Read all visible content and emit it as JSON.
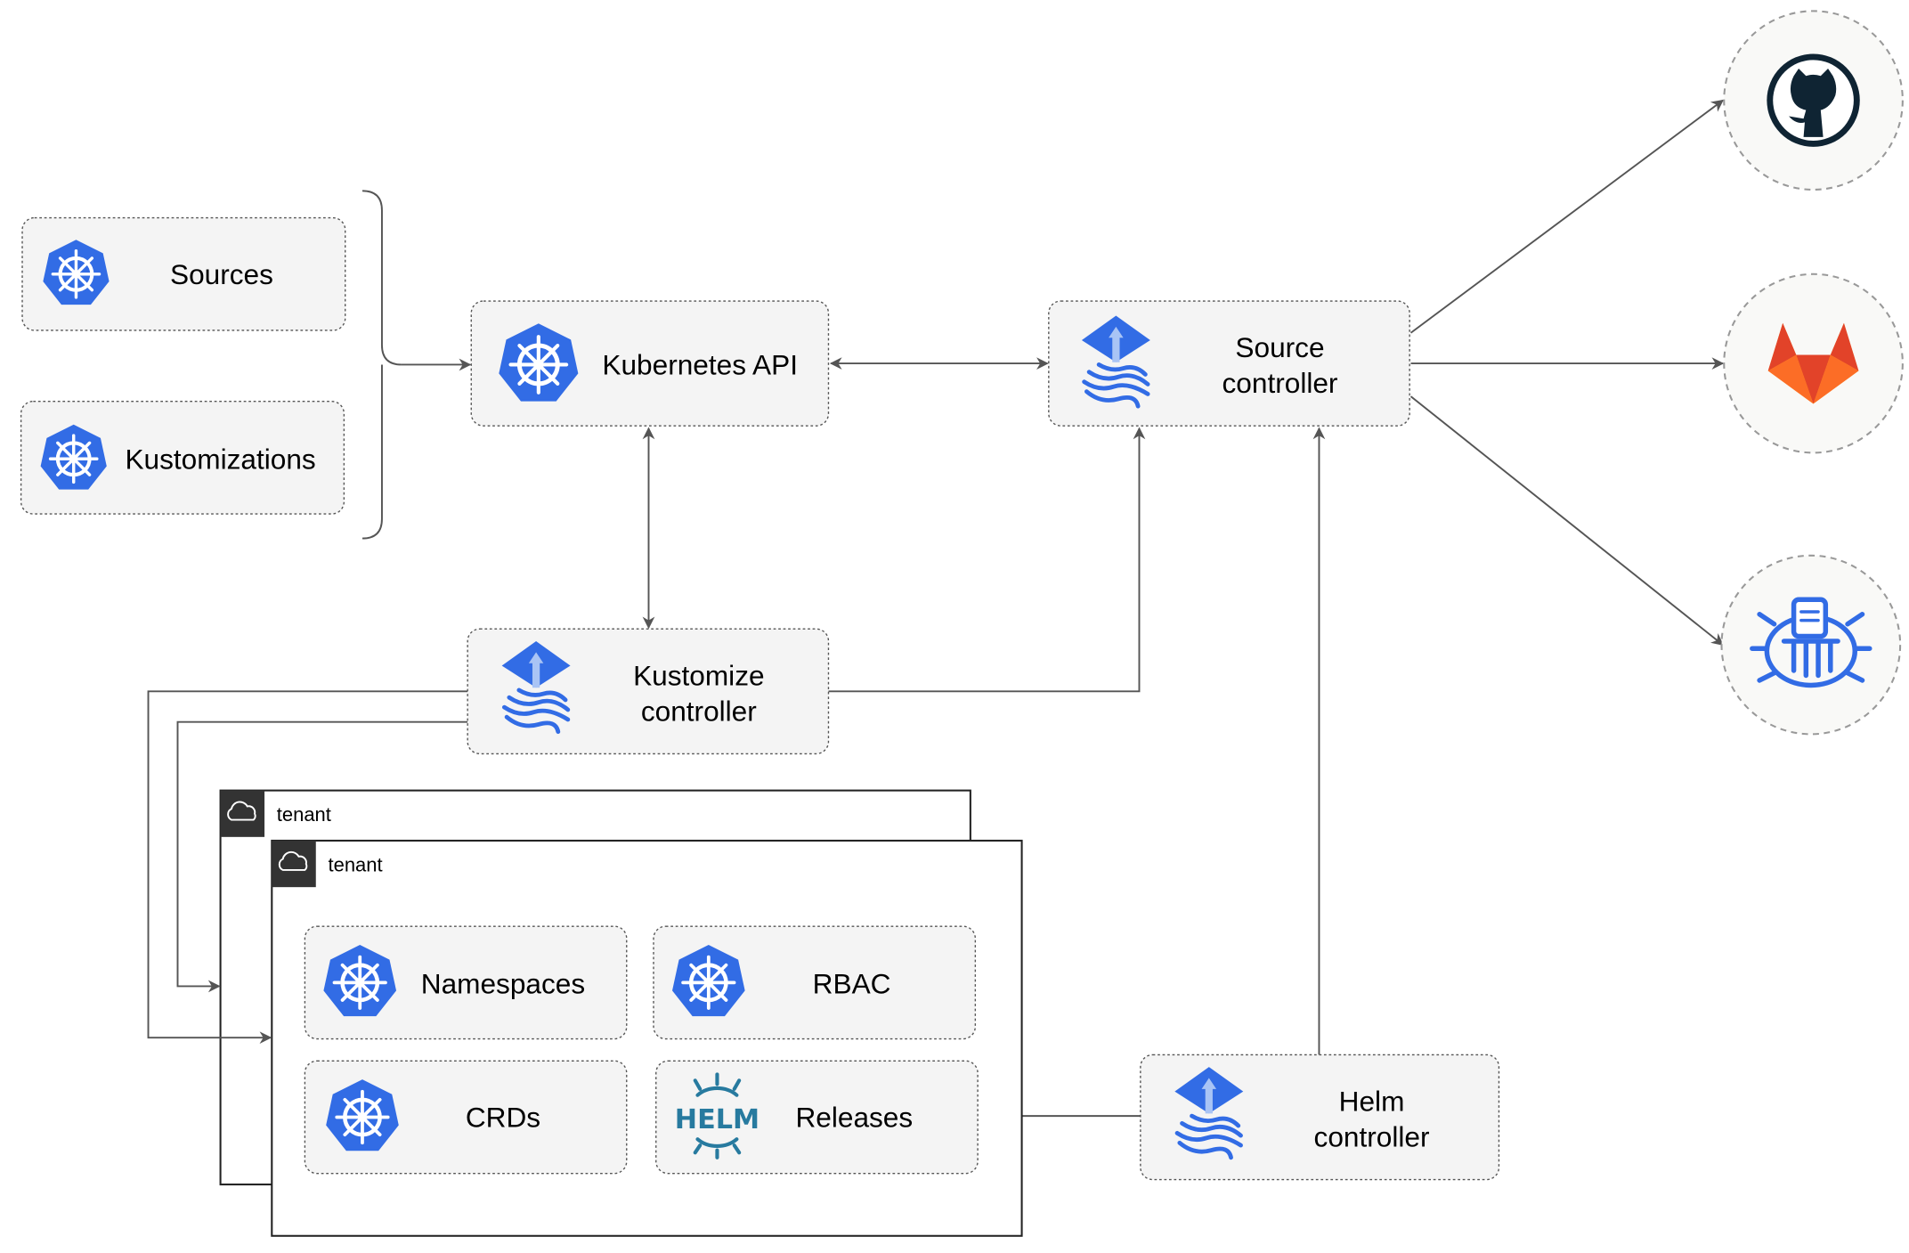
{
  "inputs": [
    {
      "label": "Sources",
      "icon": "kubernetes-icon"
    },
    {
      "label": "Kustomizations",
      "icon": "kubernetes-icon"
    }
  ],
  "kubernetes_api": {
    "label": "Kubernetes API",
    "icon": "kubernetes-icon"
  },
  "source_controller": {
    "line1": "Source",
    "line2": "controller",
    "icon": "flux-icon"
  },
  "kustomize_controller": {
    "line1": "Kustomize",
    "line2": "controller",
    "icon": "flux-icon"
  },
  "helm_controller": {
    "line1": "Helm",
    "line2": "controller",
    "icon": "flux-icon"
  },
  "external_sources": [
    {
      "icon": "github-icon"
    },
    {
      "icon": "gitlab-icon"
    },
    {
      "icon": "bucket-icon"
    }
  ],
  "tenants": [
    {
      "label": "tenant",
      "icon": "cloud-icon"
    },
    {
      "label": "tenant",
      "icon": "cloud-icon"
    }
  ],
  "tenant_resources": [
    {
      "label": "Namespaces",
      "icon": "kubernetes-icon"
    },
    {
      "label": "RBAC",
      "icon": "kubernetes-icon"
    },
    {
      "label": "CRDs",
      "icon": "kubernetes-icon"
    },
    {
      "label": "Releases",
      "icon": "helm-icon",
      "logo_text": "HELM"
    }
  ],
  "colors": {
    "kubernetes": "#326ce5",
    "flux": "#326ce5",
    "gitlab": "#e24329",
    "github": "#0f2433",
    "helm": "#277a9f"
  }
}
